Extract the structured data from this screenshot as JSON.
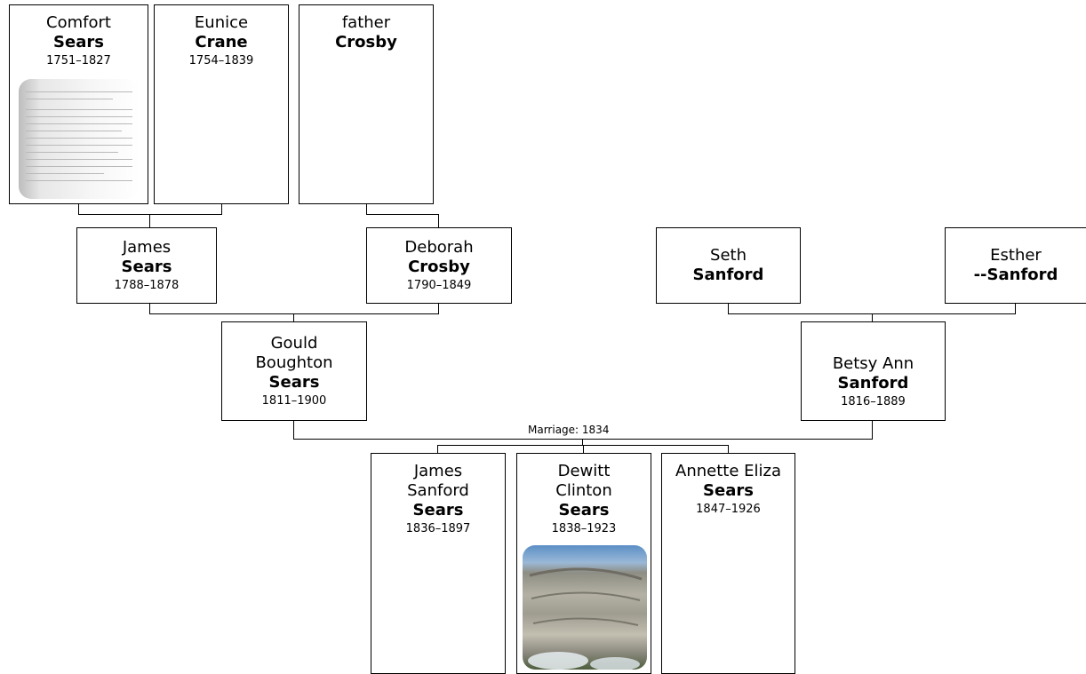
{
  "people": {
    "comfort": {
      "given": "Comfort",
      "surname": "Sears",
      "dates": "1751–1827",
      "photo": "document-scan"
    },
    "eunice": {
      "given": "Eunice",
      "surname": "Crane",
      "dates": "1754–1839"
    },
    "father": {
      "given": "father",
      "surname": "Crosby"
    },
    "james": {
      "given": "James",
      "surname": "Sears",
      "dates": "1788–1878"
    },
    "deborah": {
      "given": "Deborah",
      "surname": "Crosby",
      "dates": "1790–1849"
    },
    "seth": {
      "given": "Seth",
      "surname": "Sanford"
    },
    "esther": {
      "given": "Esther",
      "surname": "--Sanford"
    },
    "gould": {
      "given": "Gould Boughton",
      "surname": "Sears",
      "dates": "1811–1900"
    },
    "betsy": {
      "given": "Betsy Ann",
      "surname": "Sanford",
      "dates": "1816–1889"
    },
    "jamess": {
      "given": "James Sanford",
      "surname": "Sears",
      "dates": "1836–1897"
    },
    "dewitt": {
      "given": "Dewitt Clinton",
      "surname": "Sears",
      "dates": "1838–1923",
      "photo": "gravestone"
    },
    "annette": {
      "given": "Annette Eliza",
      "surname": "Sears",
      "dates": "1847–1926"
    }
  },
  "marriage_label": "Marriage: 1834",
  "colors": {
    "border": "#000000",
    "background": "#ffffff"
  }
}
